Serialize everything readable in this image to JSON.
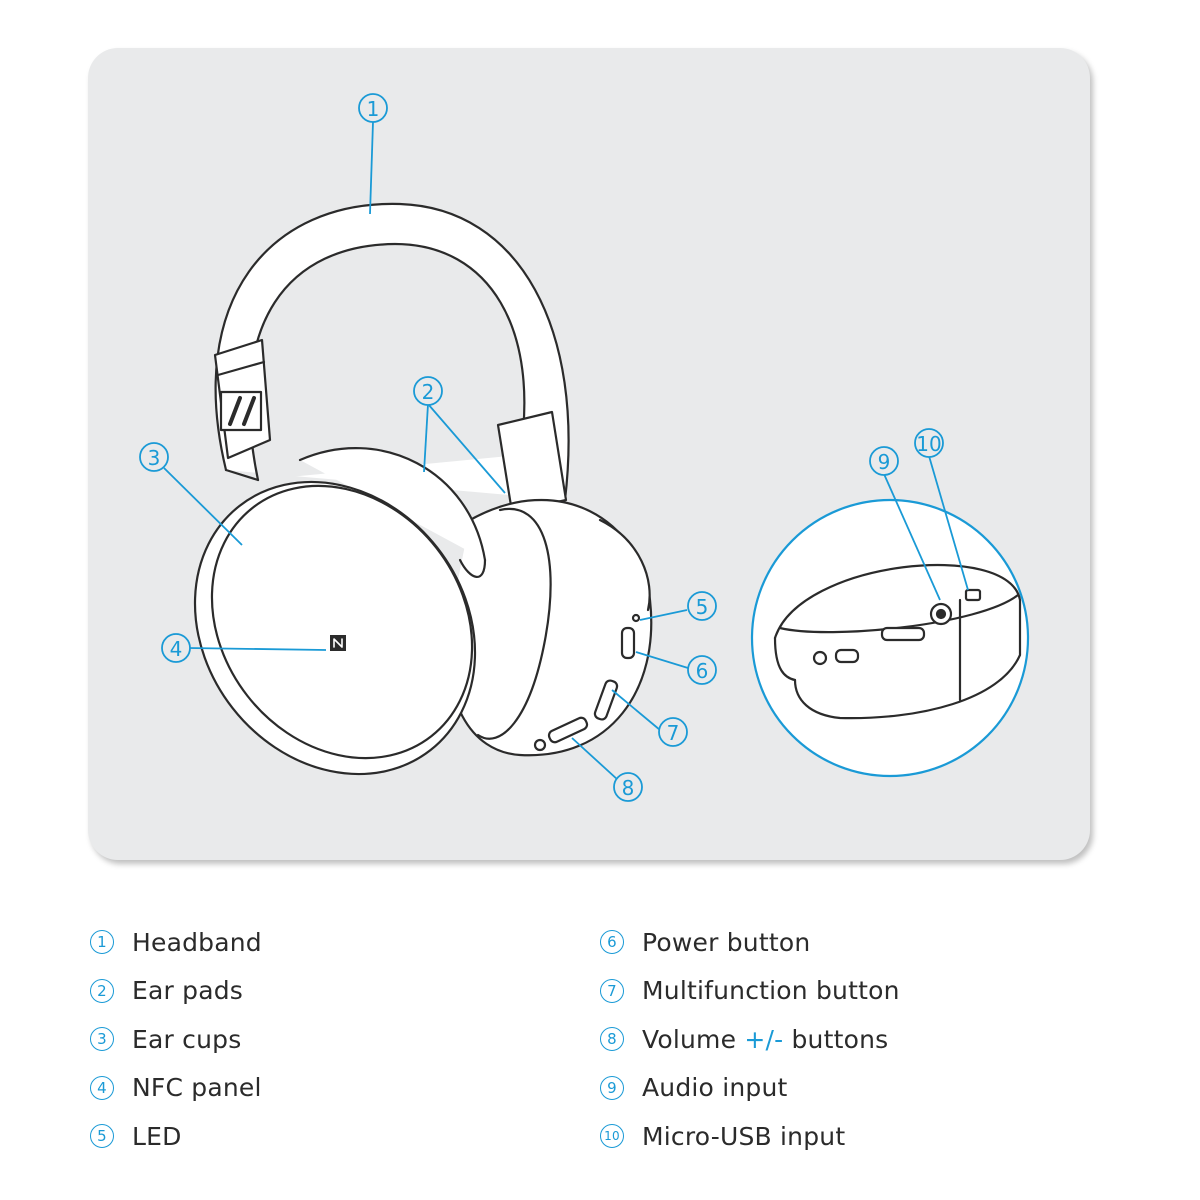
{
  "colors": {
    "accent": "#1a9ad6",
    "panel": "#e9eaeb",
    "line": "#2b2b2b",
    "text": "#2b2b2b"
  },
  "callouts": [
    "1",
    "2",
    "3",
    "4",
    "5",
    "6",
    "7",
    "8",
    "9",
    "10"
  ],
  "legend": {
    "left": [
      {
        "num": "1",
        "label": "Headband"
      },
      {
        "num": "2",
        "label": "Ear pads"
      },
      {
        "num": "3",
        "label": "Ear cups"
      },
      {
        "num": "4",
        "label": "NFC panel"
      },
      {
        "num": "5",
        "label": "LED"
      }
    ],
    "right": [
      {
        "num": "6",
        "label": "Power button"
      },
      {
        "num": "7",
        "label": "Multifunction button"
      },
      {
        "num": "8",
        "label_prefix": "Volume ",
        "label_accent": "+/-",
        "label_suffix": " buttons"
      },
      {
        "num": "9",
        "label": "Audio input"
      },
      {
        "num": "10",
        "label": "Micro-USB input"
      }
    ]
  },
  "icons": {
    "brand_logo": "sennheiser-logo-icon",
    "nfc": "nfc-icon"
  }
}
